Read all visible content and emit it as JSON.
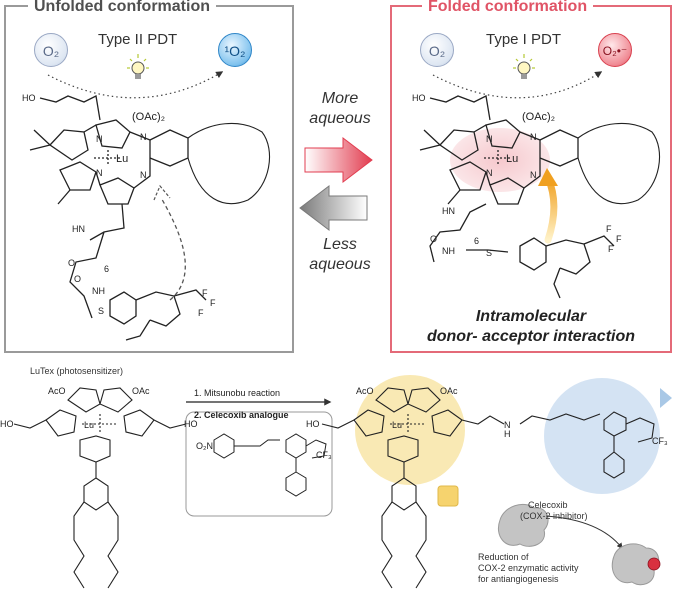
{
  "left_panel": {
    "title": "Unfolded conformation",
    "reactant": "O₂",
    "mechanism": "Type II PDT",
    "product": "¹O₂",
    "atoms": {
      "lu": "Lu",
      "n": "N",
      "oac2": "(OAc)₂",
      "ho": "HO",
      "hn": "HN",
      "nh": "NH",
      "o": "O",
      "s": "S",
      "f": "F",
      "chain_index": "6"
    }
  },
  "right_panel": {
    "title": "Folded conformation",
    "reactant": "O₂",
    "mechanism": "Type I PDT",
    "product": "O₂•⁻",
    "interaction_line1": "Intramolecular",
    "interaction_line2": "donor- acceptor interaction"
  },
  "middle": {
    "upper_line1": "More",
    "upper_line2": "aqueous",
    "lower_line1": "Less",
    "lower_line2": "aqueous"
  },
  "bottom": {
    "starting_label": "LuTex (photosensitizer)",
    "step1": "1. Mitsunobu reaction",
    "step2": "2. Celecoxib analogue",
    "reagent_atoms": {
      "no2": "O₂N",
      "cf3": "CF₃"
    },
    "product_atoms": {
      "aco": "AcO",
      "oac": "OAc",
      "ho": "HO",
      "lu": "Lu",
      "n": "N",
      "h": "H",
      "cf3": "CF₃"
    },
    "celecoxib_label_line1": "Celecoxib",
    "celecoxib_label_line2": "(COX-2 inhibitor)",
    "result_line1": "Reduction of",
    "result_line2": "COX-2 enzymatic activity",
    "result_line3": "for antiangiogenesis"
  },
  "colors": {
    "left_border": "#9a9a9a",
    "right_border": "#e46a78",
    "arrow_red": "#e23d50",
    "arrow_grey": "#8a8a8a",
    "macrocycle_tint": "#f6c8cd",
    "highlight_yellow": "#f7e3a1",
    "highlight_blue": "#cfe0f2",
    "enzyme_grey": "#bdbdbd",
    "inhibitor_red": "#d9303f"
  },
  "icons": [
    "lightbulb-icon",
    "cox2-enzyme-icon",
    "blocked-enzyme-icon"
  ]
}
